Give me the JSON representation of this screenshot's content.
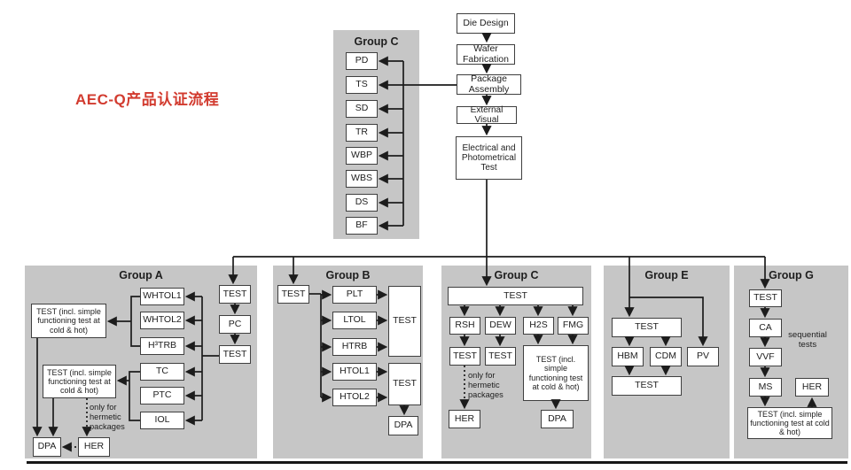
{
  "title": "AEC-Q产品认证流程",
  "colors": {
    "title": "#d23b2f",
    "panel": "#c6c6c6",
    "box_border": "#3f3f3f",
    "line": "#1c1c1c"
  },
  "main_flow": {
    "die_design": "Die Design",
    "wafer_fabrication": "Wafer Fabrication",
    "package_assembly": "Package Assembly",
    "external_visual": "External Visual",
    "electrical_test": "Electrical and Photometrical Test"
  },
  "group_c_top": {
    "label": "Group C",
    "items": [
      "PD",
      "TS",
      "SD",
      "TR",
      "WBP",
      "WBS",
      "DS",
      "BF"
    ]
  },
  "group_a": {
    "label": "Group A",
    "test_in": "TEST",
    "pc": "PC",
    "test_mid": "TEST",
    "whtol1": "WHTOL1",
    "whtol2": "WHTOL2",
    "h3trb": "H³TRB",
    "tc": "TC",
    "ptc": "PTC",
    "iol": "IOL",
    "test_long_1": "TEST (incl. simple functioning test at cold & hot)",
    "test_long_2": "TEST (incl. simple functioning test at cold & hot)",
    "note": "only for hermetic packages",
    "dpa": "DPA",
    "her": "HER"
  },
  "group_b": {
    "label": "Group B",
    "test_in": "TEST",
    "plt": "PLT",
    "ltol": "LTOL",
    "htrb": "HTRB",
    "htol1": "HTOL1",
    "htol2": "HTOL2",
    "test_out_1": "TEST",
    "test_out_2": "TEST",
    "dpa": "DPA"
  },
  "group_c_bottom": {
    "label": "Group C",
    "test_in": "TEST",
    "rsh": "RSH",
    "dew": "DEW",
    "h2s": "H2S",
    "fmg": "FMG",
    "test_rsh": "TEST",
    "test_dew": "TEST",
    "test_long": "TEST (incl. simple functioning test at cold & hot)",
    "note": "only for hermetic packages",
    "her": "HER",
    "dpa": "DPA"
  },
  "group_e": {
    "label": "Group E",
    "test_in": "TEST",
    "hbm": "HBM",
    "cdm": "CDM",
    "pv": "PV",
    "test_out": "TEST"
  },
  "group_g": {
    "label": "Group G",
    "test_in": "TEST",
    "ca": "CA",
    "vvf": "VVF",
    "ms": "MS",
    "her": "HER",
    "test_long": "TEST (incl. simple functioning test at cold & hot)",
    "note": "sequential tests"
  }
}
